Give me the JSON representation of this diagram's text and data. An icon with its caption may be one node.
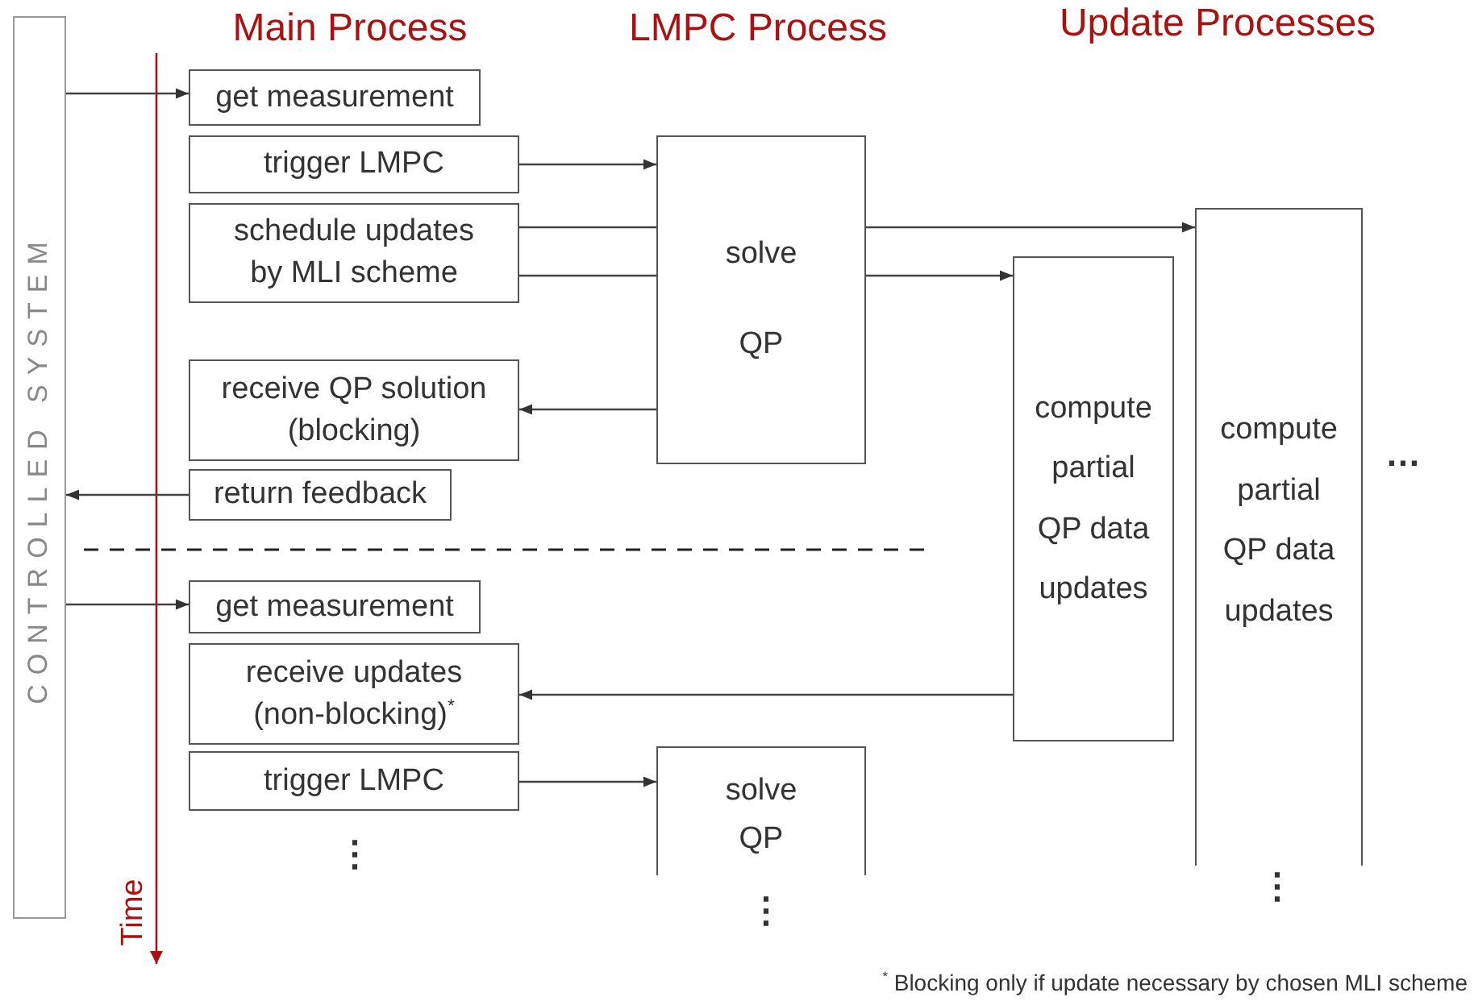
{
  "diagram": {
    "nodes": [
      {
        "text": [
          "CONTROLLED SYSTEM"
        ]
      },
      {
        "text": [
          "get measurement"
        ]
      },
      {
        "text": [
          "trigger LMPC"
        ]
      },
      {
        "text": [
          "schedule updates by MLI scheme"
        ]
      },
      {
        "text": [
          "receive QP solution (blocking)"
        ]
      },
      {
        "text": [
          "return feedback"
        ]
      },
      {
        "text": [
          "get measurement"
        ]
      },
      {
        "text": [
          "receive updates (non-blocking)$^{*}$"
        ]
      },
      {
        "text": [
          "trigger LMPC"
        ]
      },
      {
        "text": [
          "solve",
          "QP"
        ]
      },
      {
        "text": [
          "compute partial QP data updates"
        ]
      },
      {
        "text": [
          "compute partial QP data updates"
        ]
      },
      {
        "text": [
          "solve",
          "QP"
        ]
      }
    ],
    "edges": [
      {
        "from": 0,
        "to": 1,
        "arrow": "to"
      },
      {
        "from": 2,
        "to": 9,
        "arrow": "to"
      },
      {
        "from": 3,
        "to": 9,
        "arrow": "none"
      },
      {
        "from": 3,
        "to": 9,
        "arrow": "none"
      },
      {
        "from": 9,
        "to": 11,
        "arrow": "to"
      },
      {
        "from": 9,
        "to": 10,
        "arrow": "to"
      },
      {
        "from": 9,
        "to": 4,
        "arrow": "to"
      },
      {
        "from": 5,
        "to": 0,
        "arrow": "to"
      },
      {
        "from": 0,
        "to": 6,
        "arrow": "to"
      },
      {
        "from": 10,
        "to": 7,
        "arrow": "to"
      },
      {
        "from": 8,
        "to": 12,
        "arrow": "to"
      }
    ],
    "labels": [
      "Main Process",
      "LMPC Process",
      "Update Processes",
      "…",
      "⋮",
      "Time",
      "⋮",
      "⋮",
      "$^{*}$ Blocking only if update necessary by chosen MLI scheme"
    ]
  }
}
